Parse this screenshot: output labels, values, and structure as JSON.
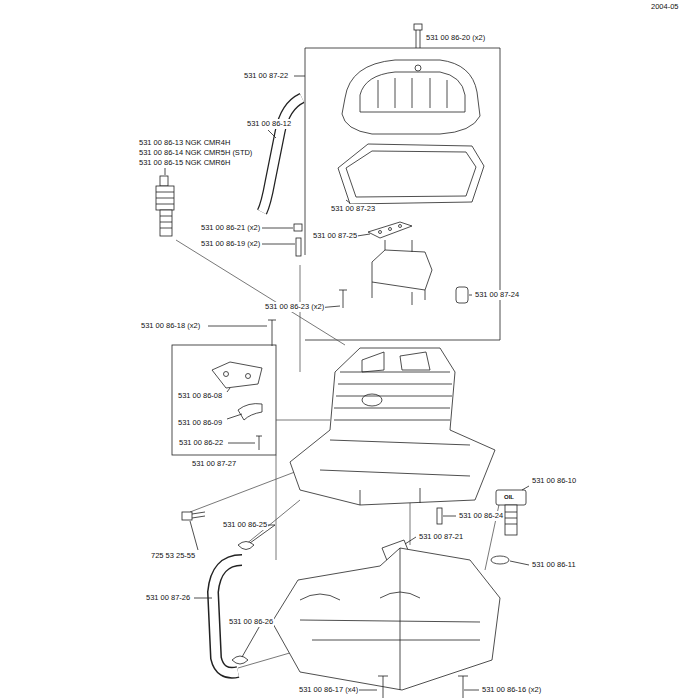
{
  "diagram": {
    "labels": [
      "2004-05",
      "531 00 86-20 (x2)",
      "531 00 87-22",
      "531 00 86-12",
      "531 00 86-13 NGK CMR4H",
      "531 00 86-14 NGK CMR5H (STD)",
      "531 00 86-15 NGK CMR6H",
      "531 00 87-23",
      "531 00 86-21 (x2)",
      "531 00 87-25",
      "531 00 86-19 (x2)",
      "531 00 86-23 (x2)",
      "531 00 87-24",
      "531 00 86-18 (x2)",
      "531 00 86-08",
      "531 00 86-09",
      "531 00 86-22",
      "531 00 87-27",
      "531 00 86-10",
      "OIL",
      "531 00 86-25",
      "531 00 86-24",
      "725 53 25-55",
      "531 00 87-21",
      "531 00 86-11",
      "531 00 87-26",
      "531 00 86-26",
      "531 00 86-17 (x4)",
      "531 00 86-16 (x2)"
    ]
  }
}
